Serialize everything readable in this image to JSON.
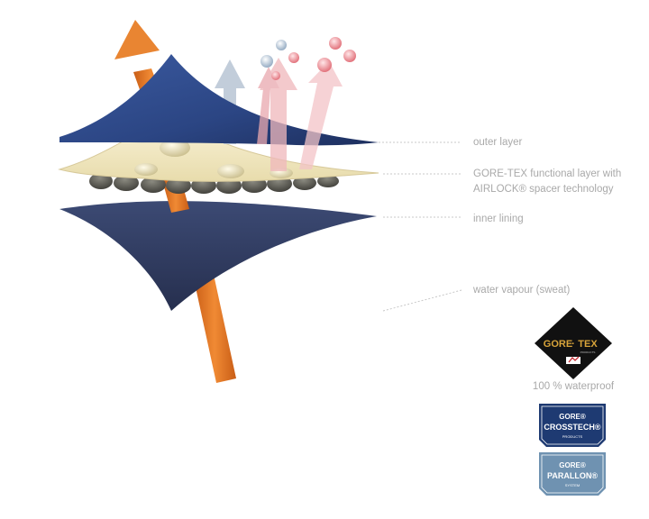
{
  "callouts": {
    "outer_layer": "outer layer",
    "functional_layer_line1": "GORE-TEX functional layer with",
    "functional_layer_line2": "AIRLOCK® spacer technology",
    "inner_lining": "inner lining",
    "water_vapour": "water vapour (sweat)"
  },
  "badges": {
    "goretex": {
      "brand_left": "GORE",
      "brand_sep": "·",
      "brand_right": "TEX",
      "sub": "PRODUCTS"
    },
    "caption": "100 % waterproof",
    "crosstech": {
      "line1": "GORE®",
      "line2": "CROSSTECH®",
      "line3": "PRODUCTS"
    },
    "parallon": {
      "line1": "GORE®",
      "line2": "PARALLON®",
      "line3": "SYSTEM"
    }
  },
  "colors": {
    "outer_layer": "#2b4583",
    "membrane": "#f3ebc8",
    "inner_lining": "#34426a",
    "vapour_arrow": "#e07a2a",
    "rain_arrow": "#f0b8bc",
    "drop_arrow": "#b7c4d3",
    "badge_black": "#111111",
    "goretex_gold": "#d8a43a",
    "crosstech_blue": "#1e3a72",
    "parallon_blue": "#6f92b1"
  }
}
